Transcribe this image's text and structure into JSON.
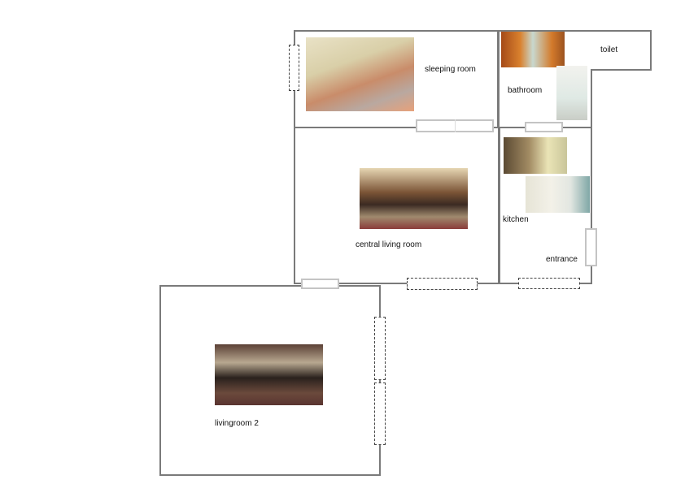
{
  "rooms": {
    "sleeping": "sleeping room",
    "bathroom": "bathroom",
    "toilet": "toilet",
    "kitchen": "kitchen",
    "entrance": "entrance",
    "central": "central living room",
    "living2": "livingroom 2"
  }
}
